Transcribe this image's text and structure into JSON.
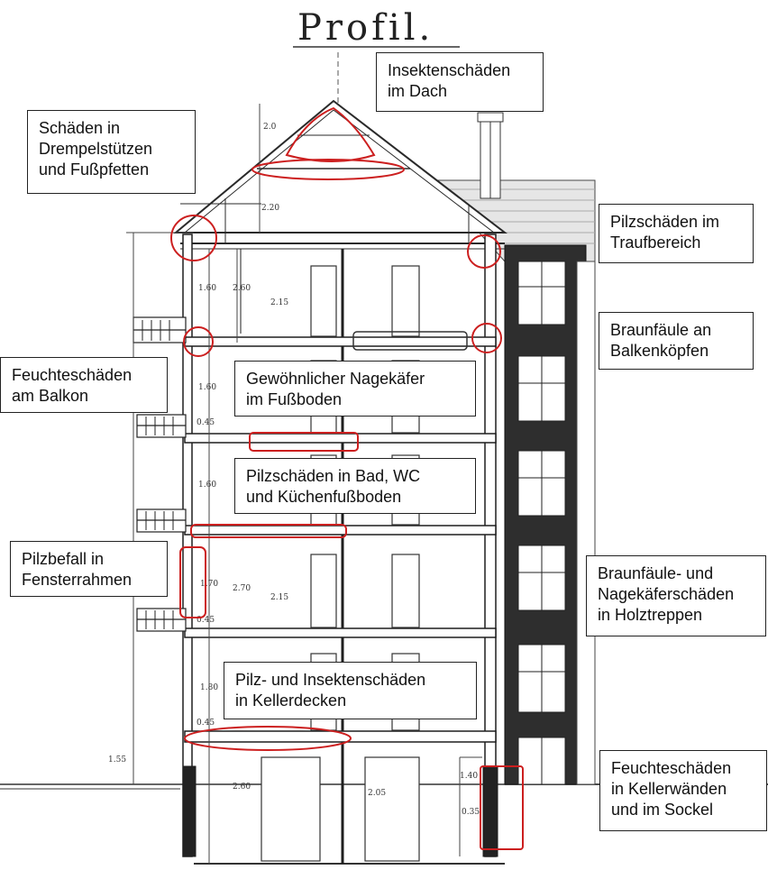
{
  "title": "Profil.",
  "labels": {
    "roof_insects": "Insektenschäden\nim Dach",
    "kneewall": "Schäden in\nDrempelstützen\nund Fußpfetten",
    "eaves_fungus": "Pilzschäden im\nTraufbereich",
    "beam_heads": "Braunfäule an\nBalkenköpfen",
    "balcony_moisture": "Feuchteschäden\nam Balkon",
    "floor_beetle": "Gewöhnlicher Nagekäfer\nim Fußboden",
    "bath_fungus": "Pilzschäden in Bad, WC\nund Küchenfußboden",
    "window_fungus": "Pilzbefall in\nFensterrahmen",
    "stairs": "Braunfäule- und\nNagekäferschäden\nin Holztreppen",
    "cellar_ceiling": "Pilz- und Insektenschäden\nin Kellerdecken",
    "cellar_walls": "Feuchteschäden\nin Kellerwänden\nund im Sockel"
  },
  "dimensions": {
    "roof_top": "2.0",
    "roof_low": "2.20",
    "f4_a": "1.60",
    "f4_b": "2.60",
    "f4_c": "2.15",
    "f3_a": "1.60",
    "f3_b": "0.45",
    "f2_a": "1.60",
    "f1_a": "1.70",
    "f1_b": "2.70",
    "f1_c": "2.15",
    "f1_d": "0.45",
    "g_a": "1.80",
    "g_b": "0.45",
    "base": "1.55",
    "cellar_a": "2.60",
    "cellar_b": "2.05",
    "cellar_c": "1.40",
    "cellar_d": "0.35"
  },
  "colors": {
    "highlight": "#cc1f1f",
    "line": "#2a2a2a"
  }
}
